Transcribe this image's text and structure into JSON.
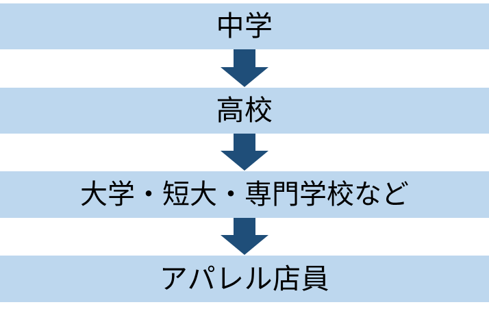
{
  "diagram": {
    "title": "",
    "type": "vertical-flowchart",
    "colors": {
      "band_fill": "#BDD7EE",
      "arrow_fill": "#1F4E79",
      "text": "#000000",
      "background": "#FFFFFF"
    },
    "steps": [
      {
        "id": "step-1",
        "label": "中学"
      },
      {
        "id": "step-2",
        "label": "高校"
      },
      {
        "id": "step-3",
        "label": "大学・短大・専門学校など"
      },
      {
        "id": "step-4",
        "label": "アパレル店員"
      }
    ],
    "connectors": [
      {
        "id": "connector-1",
        "icon": "down-arrow-icon",
        "from": "step-1",
        "to": "step-2"
      },
      {
        "id": "connector-2",
        "icon": "down-arrow-icon",
        "from": "step-2",
        "to": "step-3"
      },
      {
        "id": "connector-3",
        "icon": "down-arrow-icon",
        "from": "step-3",
        "to": "step-4"
      }
    ]
  }
}
